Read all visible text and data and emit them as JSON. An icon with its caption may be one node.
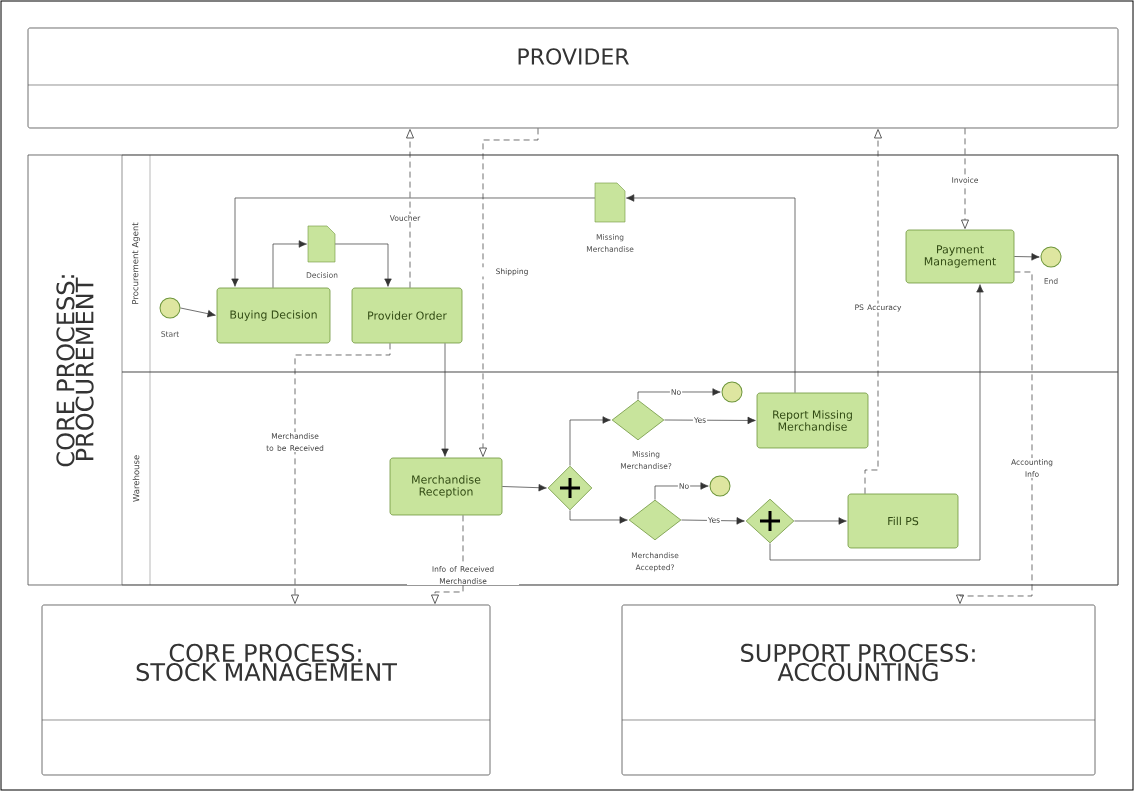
{
  "diagram": {
    "nodes": [
      {
        "text": [
          "PROVIDER"
        ]
      },
      {
        "text": [
          "CORE PROCESS: PROCUREMENT"
        ]
      },
      {
        "text": [
          "Procurement Agent"
        ],
        "in": 1
      },
      {
        "text": [
          "Warehouse"
        ],
        "in": 1
      },
      {
        "text": [],
        "shape": "circle",
        "beside": [
          "Start"
        ],
        "in": 2
      },
      {
        "text": [
          "Buying Decision"
        ],
        "in": 2
      },
      {
        "text": [],
        "shape": "document",
        "beside": [
          "Decision"
        ],
        "in": 2
      },
      {
        "text": [
          "Provider Order"
        ],
        "in": 2
      },
      {
        "text": [],
        "shape": "document",
        "beside": [
          "Missing Merchandise"
        ],
        "in": 2
      },
      {
        "text": [
          "Payment Management"
        ],
        "in": 2
      },
      {
        "text": [],
        "shape": "circle",
        "beside": [
          "End"
        ],
        "in": 2
      },
      {
        "text": [
          "Merchandise Reception"
        ],
        "in": 3
      },
      {
        "text": [],
        "shape": "diamond",
        "in": 3
      },
      {
        "text": [],
        "shape": "diamond",
        "beside": [
          "Missing Merchandise?"
        ],
        "in": 3
      },
      {
        "text": [],
        "shape": "circle",
        "in": 3
      },
      {
        "text": [
          "Report Missing Merchandise"
        ],
        "in": 3
      },
      {
        "text": [],
        "shape": "diamond",
        "beside": [
          "Merchandise Accepted?"
        ],
        "in": 3
      },
      {
        "text": [],
        "shape": "circle",
        "in": 3
      },
      {
        "text": [],
        "shape": "diamond",
        "in": 3
      },
      {
        "text": [
          "Fill PS"
        ],
        "in": 3
      },
      {
        "text": [
          "CORE PROCESS: STOCK MANAGEMENT"
        ]
      },
      {
        "text": [
          "SUPPORT PROCESS: ACCOUNTING"
        ]
      }
    ],
    "edges": [
      {
        "from": 4,
        "to": 5,
        "arrow": "to"
      },
      {
        "from": 5,
        "to": 6,
        "arrow": "to"
      },
      {
        "from": 6,
        "to": 7,
        "arrow": "to"
      },
      {
        "from": 8,
        "to": 5,
        "arrow": "to"
      },
      {
        "from": 15,
        "to": 8,
        "arrow": "to"
      },
      {
        "from": 7,
        "to": 11,
        "arrow": "to"
      },
      {
        "from": 11,
        "to": 12,
        "arrow": "to"
      },
      {
        "from": 12,
        "to": 13,
        "arrow": "to"
      },
      {
        "from": 12,
        "to": 16,
        "arrow": "to"
      },
      {
        "from": 13,
        "to": 14,
        "arrow": "to",
        "label": "No"
      },
      {
        "from": 13,
        "to": 15,
        "arrow": "to",
        "label": "Yes"
      },
      {
        "from": 16,
        "to": 17,
        "arrow": "to",
        "label": "No"
      },
      {
        "from": 16,
        "to": 18,
        "arrow": "to",
        "label": "Yes"
      },
      {
        "from": 18,
        "to": 19,
        "arrow": "to"
      },
      {
        "from": 18,
        "to": 9,
        "arrow": "to"
      },
      {
        "from": 9,
        "to": 10,
        "arrow": "to"
      },
      {
        "from": 7,
        "to": 0,
        "arrow": "to",
        "label": "Voucher",
        "style": "dashed"
      },
      {
        "from": 0,
        "to": 11,
        "arrow": "to",
        "label": "Shipping",
        "style": "dashed"
      },
      {
        "from": 7,
        "to": 20,
        "arrow": "to",
        "label": "Merchandise to be Received",
        "style": "dashed"
      },
      {
        "from": 11,
        "to": 20,
        "arrow": "to",
        "label": "Info of Received Merchandise",
        "style": "dashed"
      },
      {
        "from": 19,
        "to": 0,
        "arrow": "to",
        "label": "PS Accuracy",
        "style": "dashed"
      },
      {
        "from": 0,
        "to": 9,
        "arrow": "to",
        "label": "Invoice",
        "style": "dashed"
      },
      {
        "from": 9,
        "to": 21,
        "arrow": "to",
        "label": "Accounting Info",
        "style": "dashed"
      }
    ]
  }
}
